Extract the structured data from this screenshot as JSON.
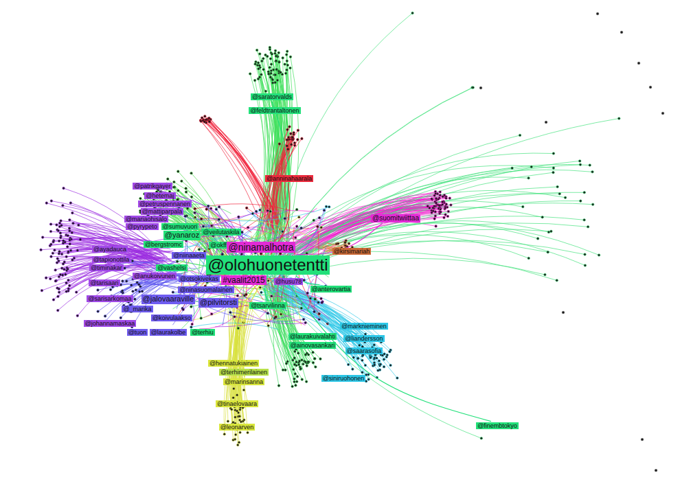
{
  "diagram": {
    "nodes": [
      {
        "text": [
          "@saratorvalds"
        ]
      },
      {
        "text": [
          "@feldtrantaltonen"
        ]
      },
      {
        "text": [
          "@anninahaarala"
        ]
      },
      {
        "text": [
          "@patrikgayer"
        ]
      },
      {
        "text": [
          "@hetemaj"
        ]
      },
      {
        "text": [
          "@petruspennanen"
        ]
      },
      {
        "text": [
          "@mattiparpala"
        ]
      },
      {
        "text": [
          "@mariaohisalo"
        ]
      },
      {
        "text": [
          "@suomitwiittaa"
        ]
      },
      {
        "text": [
          "@pyrypeto"
        ]
      },
      {
        "text": [
          "@sumuvuori"
        ]
      },
      {
        "text": [
          "@yanaroz"
        ]
      },
      {
        "text": [
          "@veilutaskila"
        ]
      },
      {
        "text": [
          "@okff"
        ]
      },
      {
        "text": [
          "@bergstromc"
        ]
      },
      {
        "text": [
          "@ninamalhotra"
        ]
      },
      {
        "text": [
          "@niinaaeta"
        ]
      },
      {
        "text": [
          "@kirsimariah"
        ]
      },
      {
        "text": [
          "@ayadauca"
        ]
      },
      {
        "text": [
          "@olohuonetentti"
        ]
      },
      {
        "text": [
          "@tapionottila"
        ]
      },
      {
        "text": [
          "@vashelsi"
        ]
      },
      {
        "text": [
          "@husu78"
        ]
      },
      {
        "text": [
          "@timinakar"
        ]
      },
      {
        "text": [
          "@anukoivunen"
        ]
      },
      {
        "text": [
          "@otsokivekas"
        ]
      },
      {
        "text": [
          "#vaalit2015"
        ]
      },
      {
        "text": [
          "@tarisaari"
        ]
      },
      {
        "text": [
          "@ninasuomalainen"
        ]
      },
      {
        "text": [
          "@anterovartia"
        ]
      },
      {
        "text": [
          "@sarisarkomaa"
        ]
      },
      {
        "text": [
          "@jalovaaraville"
        ]
      },
      {
        "text": [
          "@pilvitorsti"
        ]
      },
      {
        "text": [
          "@tsarvilinna"
        ]
      },
      {
        "text": [
          "@_marika"
        ]
      },
      {
        "text": [
          "@johannamaskaa"
        ]
      },
      {
        "text": [
          "@koivulaakso"
        ]
      },
      {
        "text": [
          "@tuon"
        ]
      },
      {
        "text": [
          "@laurakolbe"
        ]
      },
      {
        "text": [
          "@terhiu"
        ]
      },
      {
        "text": [
          "@marknieminen"
        ]
      },
      {
        "text": [
          "@liandersson"
        ]
      },
      {
        "text": [
          "@laurakuivalahti"
        ]
      },
      {
        "text": [
          "@ainovasankari"
        ]
      },
      {
        "text": [
          "@saarasofia"
        ]
      },
      {
        "text": [
          "@hennatukiainen"
        ]
      },
      {
        "text": [
          "@terhimerilainen"
        ]
      },
      {
        "text": [
          "@siniruohonen"
        ]
      },
      {
        "text": [
          "@marinsanna"
        ]
      },
      {
        "text": [
          "@tinaelovaara"
        ]
      },
      {
        "text": [
          "@leonarven"
        ]
      },
      {
        "text": [
          "@finembtokyo"
        ]
      }
    ],
    "edges": [
      {
        "from": 19,
        "to": 0,
        "arrow": "none"
      },
      {
        "from": 19,
        "to": 2,
        "arrow": "none"
      },
      {
        "from": 19,
        "to": 8,
        "arrow": "none"
      },
      {
        "from": 19,
        "to": 17,
        "arrow": "none"
      },
      {
        "from": 19,
        "to": 29,
        "arrow": "none"
      },
      {
        "from": 19,
        "to": 33,
        "arrow": "none"
      },
      {
        "from": 19,
        "to": 41,
        "arrow": "none"
      },
      {
        "from": 19,
        "to": 45,
        "arrow": "none"
      },
      {
        "from": 19,
        "to": 48,
        "arrow": "none"
      },
      {
        "from": 19,
        "to": 31,
        "arrow": "none"
      },
      {
        "from": 19,
        "to": 3,
        "arrow": "none"
      },
      {
        "from": 19,
        "to": 51,
        "arrow": "none"
      }
    ]
  }
}
